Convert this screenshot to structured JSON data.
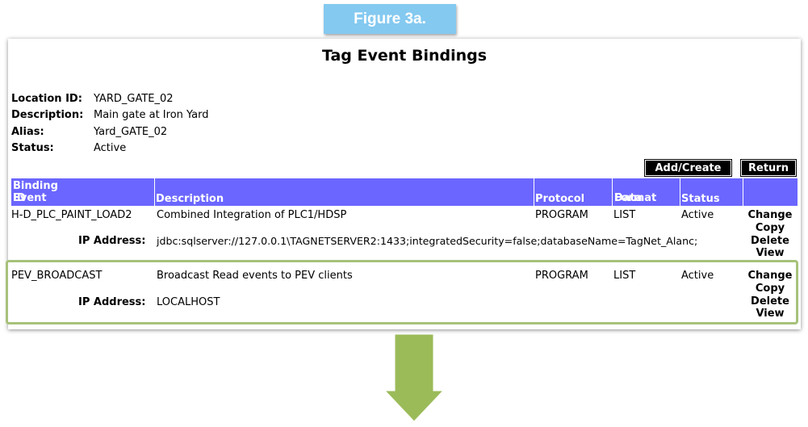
{
  "figure_label": "Figure 3a.",
  "page_title": "Tag Event Bindings",
  "info": [
    {
      "label": "Location ID:",
      "value": "YARD_GATE_02"
    },
    {
      "label": "Description:",
      "value": "Main gate at Iron Yard"
    },
    {
      "label": "Alias:",
      "value": "Yard_GATE_02"
    },
    {
      "label": "Status:",
      "value": "Active"
    }
  ],
  "buttons": {
    "add_create": "Add/Create",
    "return": "Return"
  },
  "columns": {
    "binding_id": [
      "Event",
      "Binding ID"
    ],
    "description": "Description",
    "protocol": "Protocol",
    "data_format": [
      "Data",
      "Format"
    ],
    "status": "Status"
  },
  "ip_label": "IP Address:",
  "rows": [
    {
      "binding_id": "H-D_PLC_PAINT_LOAD2",
      "description": "Combined Integration of PLC1/HDSP",
      "protocol": "PROGRAM",
      "data_format": "LIST",
      "status": "Active",
      "ip_address": "jdbc:sqlserver://127.0.0.1\\TAGNETSERVER2:1433;integratedSecurity=false;databaseName=TagNet_Alanc;",
      "actions": [
        "Change",
        "Copy",
        "Delete",
        "View"
      ]
    },
    {
      "binding_id": "PEV_BROADCAST",
      "description": "Broadcast Read events to PEV clients",
      "protocol": "PROGRAM",
      "data_format": "LIST",
      "status": "Active",
      "ip_address": "LOCALHOST",
      "actions": [
        "Change",
        "Copy",
        "Delete",
        "View"
      ]
    }
  ],
  "colors": {
    "header_bg": "#6b66ff",
    "figure_label_bg": "#84c9f0",
    "highlight_border": "#a7c27a",
    "arrow": "#9bbb59"
  }
}
